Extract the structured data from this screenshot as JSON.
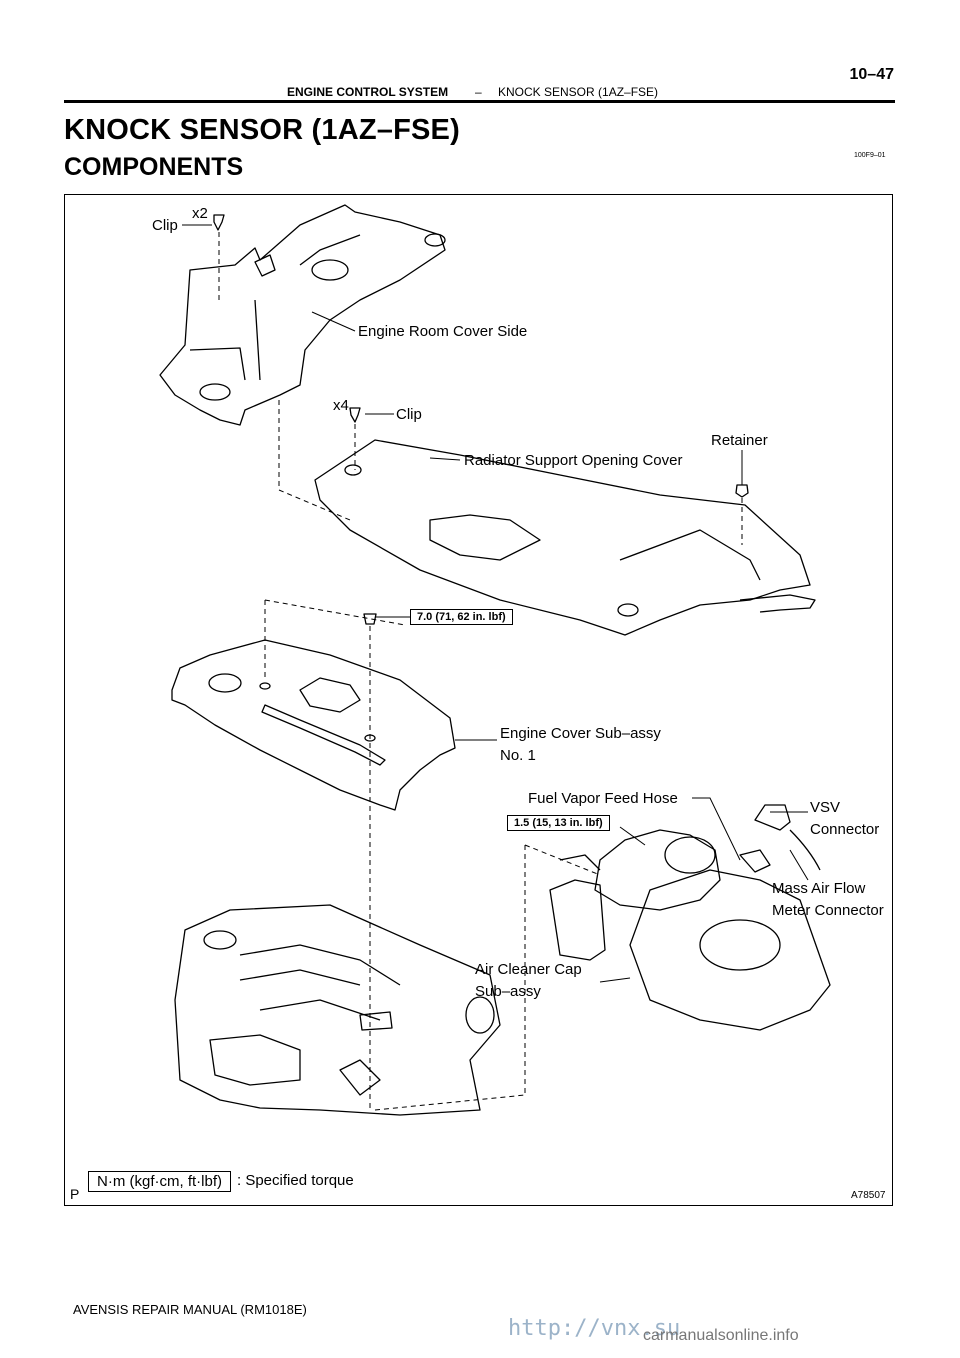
{
  "header": {
    "section": "ENGINE CONTROL SYSTEM",
    "dash": "–",
    "subsection": "KNOCK SENSOR (1AZ–FSE)",
    "page_number": "10–47"
  },
  "title": "KNOCK SENSOR (1AZ–FSE)",
  "subtitle": "COMPONENTS",
  "code": "100F9–01",
  "labels": {
    "clip_top": "Clip",
    "x2": "x2",
    "engine_room_cover_side": "Engine Room Cover Side",
    "x4": "x4",
    "clip_mid": "Clip",
    "retainer": "Retainer",
    "radiator_support_opening_cover": "Radiator Support Opening Cover",
    "engine_cover_line1": "Engine Cover Sub–assy",
    "engine_cover_line2": "No. 1",
    "fuel_vapor_feed_hose": "Fuel Vapor Feed Hose",
    "vsv_line1": "VSV",
    "vsv_line2": "Connector",
    "maf_line1": "Mass Air Flow",
    "maf_line2": "Meter Connector",
    "air_cleaner_line1": "Air Cleaner Cap",
    "air_cleaner_line2": "Sub–assy"
  },
  "torques": {
    "engine_cover": "7.0 (71, 62 in. lbf)",
    "air_cleaner": "1.5 (15, 13 in. lbf)"
  },
  "legend": {
    "unit_box": "N·m (kgf·cm, ft·lbf)",
    "text": ": Specified torque"
  },
  "figure": {
    "p_mark": "P",
    "figure_id": "A78507"
  },
  "footer": "AVENSIS REPAIR MANUAL   (RM1018E)",
  "watermark": {
    "left": "http://vnx.su",
    "right": "carmanualsonline.info"
  }
}
